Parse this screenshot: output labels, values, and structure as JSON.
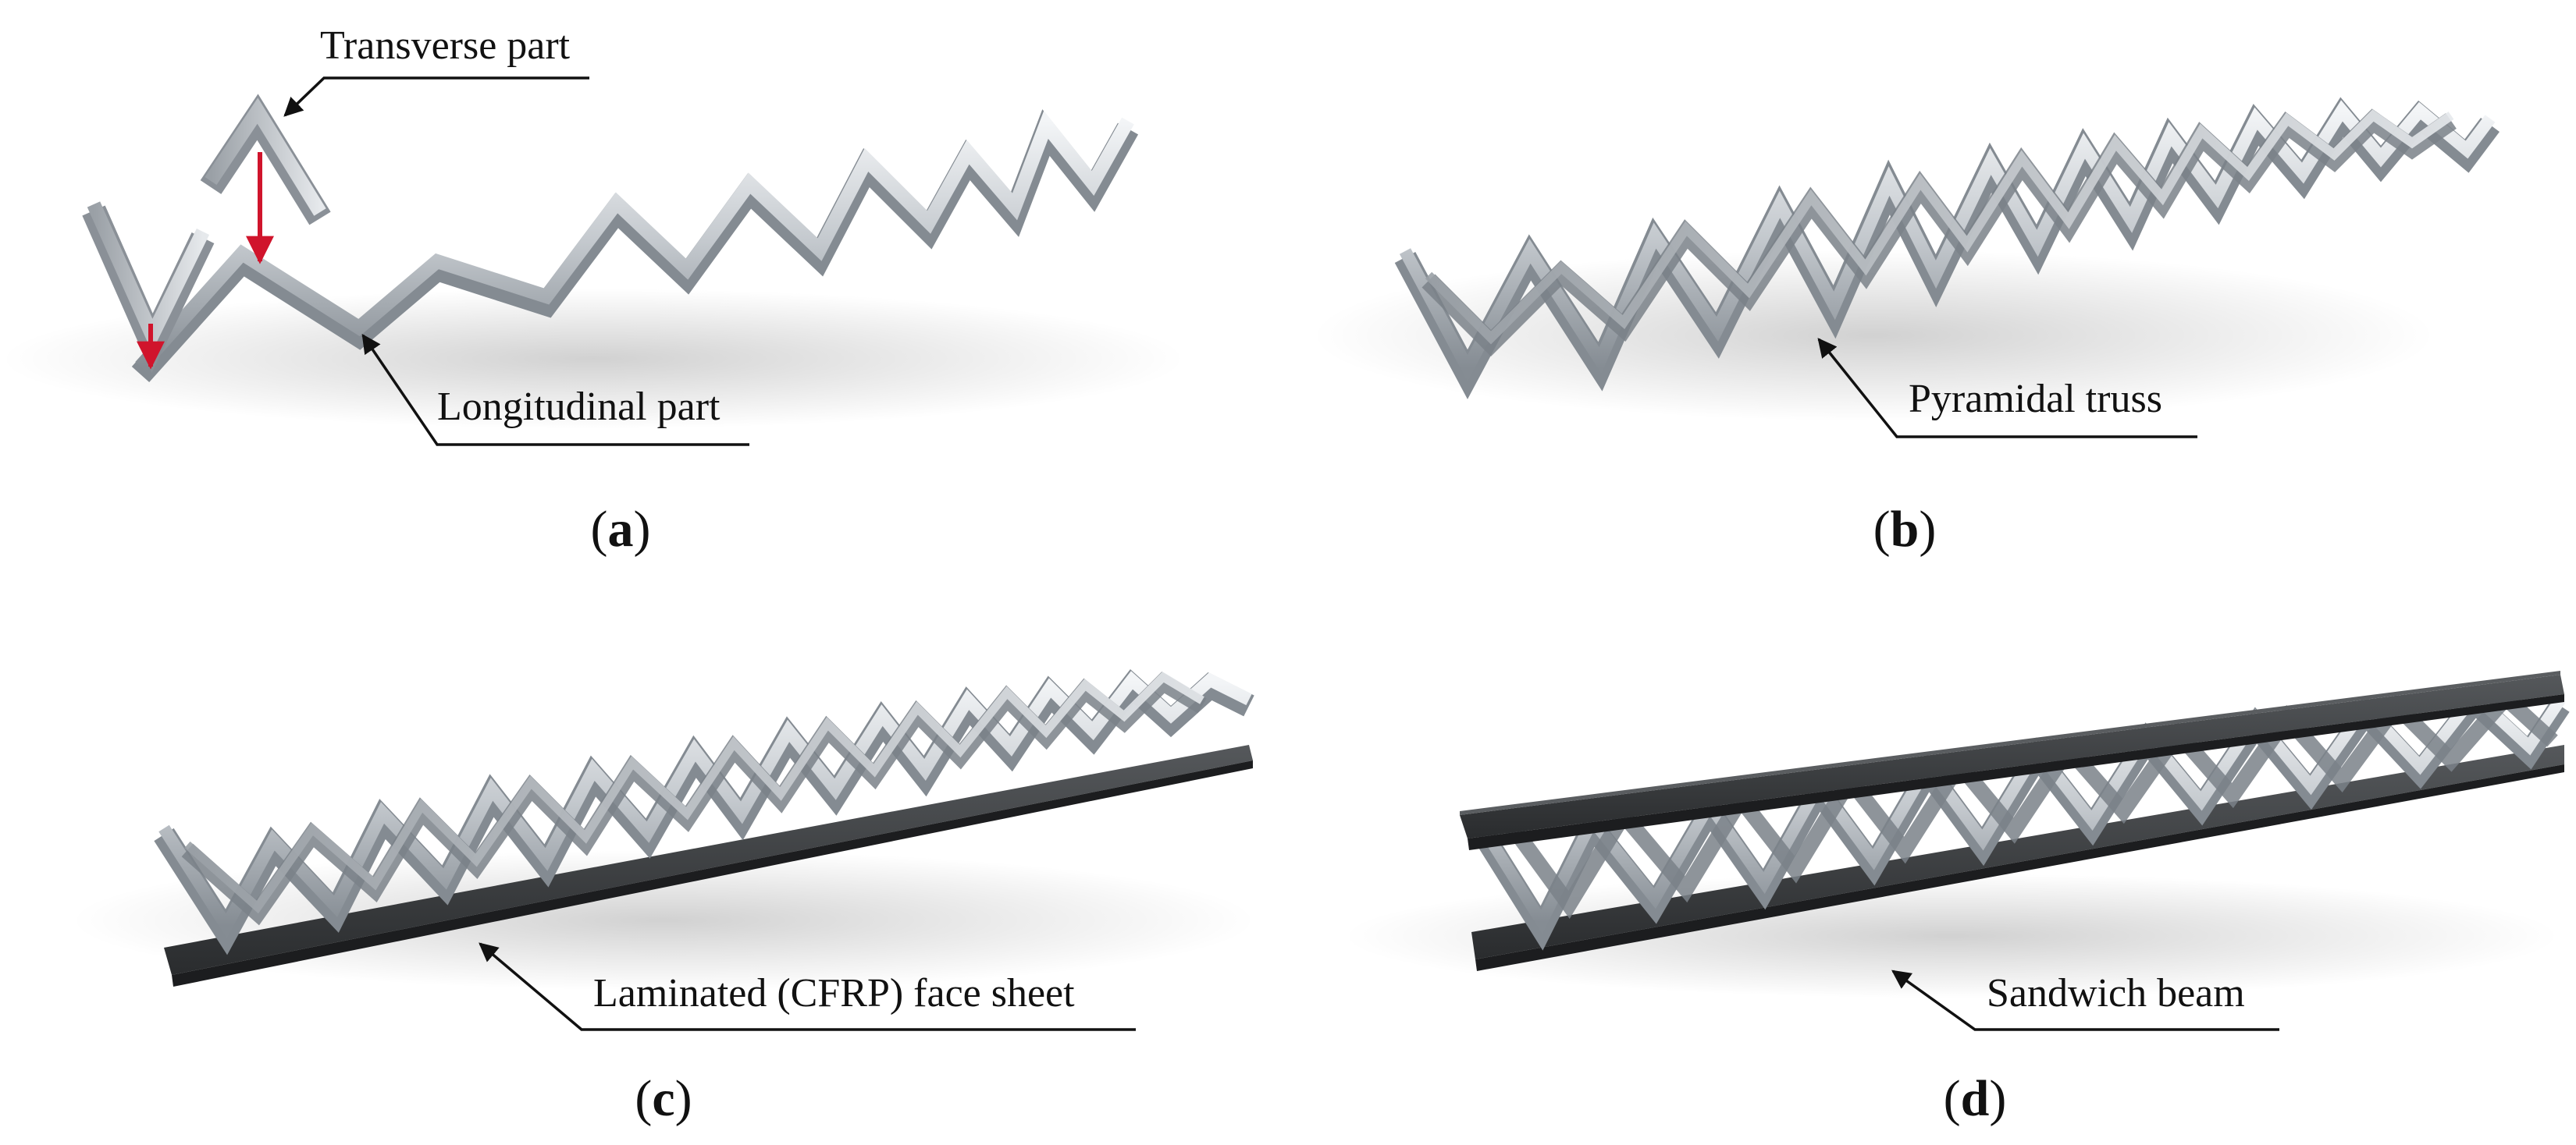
{
  "panels": [
    {
      "letter": "a",
      "callouts": [
        "Transverse part",
        "Longitudinal part"
      ]
    },
    {
      "letter": "b",
      "callouts": [
        "Pyramidal truss"
      ]
    },
    {
      "letter": "c",
      "callouts": [
        "Laminated (CFRP) face sheet"
      ]
    },
    {
      "letter": "d",
      "callouts": [
        "Sandwich beam"
      ]
    }
  ],
  "colors": {
    "metal_light": "#eceff2",
    "metal_mid": "#b9bec4",
    "metal_dark": "#7d848b",
    "face_sheet": "#2f3133",
    "face_sheet_top": "#4a4c4f",
    "arrow_red": "#d0142c",
    "leader": "#111111"
  },
  "icons": [
    "leader-arrow",
    "red-assembly-arrow"
  ]
}
